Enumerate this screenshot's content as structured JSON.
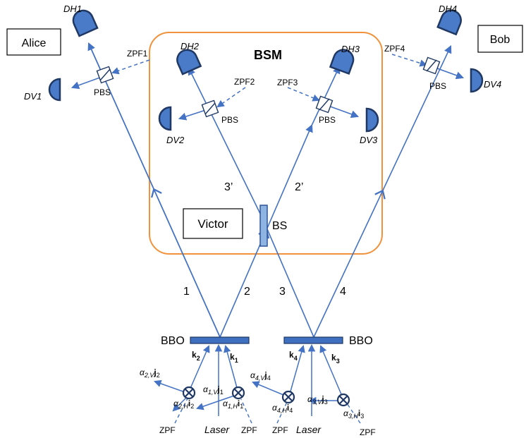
{
  "parties": {
    "alice": "Alice",
    "bob": "Bob",
    "victor": "Victor"
  },
  "bsm": {
    "title": "BSM",
    "bs": "BS"
  },
  "colors": {
    "beam": "#4472c4",
    "detector": "#4a7bc8",
    "detector_edge": "#1f3864",
    "bsm_box": "#f0923b",
    "bbo": "#3f6fbf"
  },
  "detectors": {
    "dh1": "DH1",
    "dv1": "DV1",
    "dh2": "DH2",
    "dv2": "DV2",
    "dh3": "DH3",
    "dv3": "DV3",
    "dh4": "DH4",
    "dv4": "DV4"
  },
  "pbs": "PBS",
  "zpf": {
    "z1": "ZPF1",
    "z2": "ZPF2",
    "z3": "ZPF3",
    "z4": "ZPF4",
    "plain": "ZPF"
  },
  "paths": {
    "p1": "1",
    "p2": "2",
    "p3": "3",
    "p4": "4",
    "p2p": "2’",
    "p3p": "3’"
  },
  "bbo": "BBO",
  "laser": "Laser",
  "wave_vectors": {
    "k1": "k",
    "k1_sub": "1",
    "k2": "k",
    "k2_sub": "2",
    "k3": "k",
    "k3_sub": "3",
    "k4": "k",
    "k4_sub": "4"
  },
  "amplitudes": {
    "a2v": {
      "sym": "α",
      "sub": "2,V",
      "vec": "j",
      "vsub": "2"
    },
    "a2h": {
      "sym": "α",
      "sub": "2,H",
      "vec": "i",
      "vsub": "2"
    },
    "a1v": {
      "sym": "α",
      "sub": "1,V",
      "vec": "j",
      "vsub": "1"
    },
    "a1h": {
      "sym": "α",
      "sub": "1,H",
      "vec": "i",
      "vsub": "1"
    },
    "a4v": {
      "sym": "α",
      "sub": "4,V",
      "vec": "j",
      "vsub": "4"
    },
    "a4h": {
      "sym": "α",
      "sub": "4,H",
      "vec": "i",
      "vsub": "4"
    },
    "a3v": {
      "sym": "α",
      "sub": "3,V",
      "vec": "j",
      "vsub": "3"
    },
    "a3h": {
      "sym": "α",
      "sub": "3,H",
      "vec": "i",
      "vsub": "3"
    }
  }
}
